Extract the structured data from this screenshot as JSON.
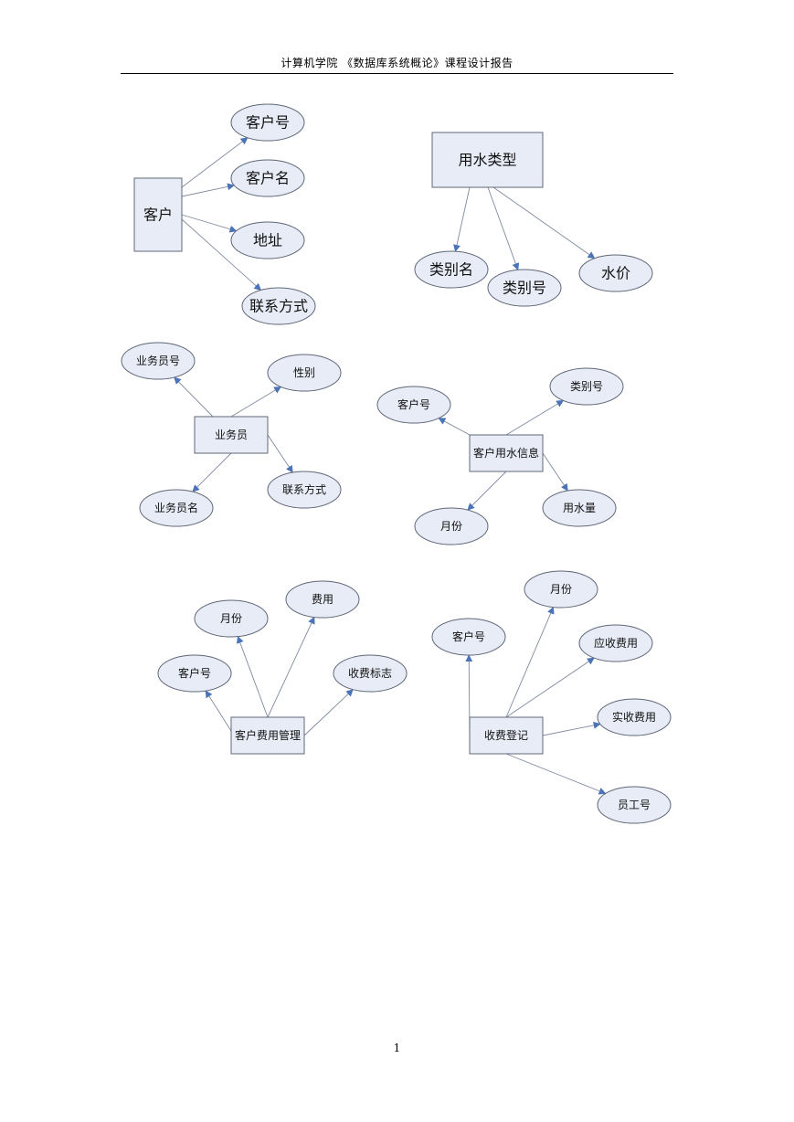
{
  "header": {
    "title": "计算机学院 《数据库系统概论》课程设计报告"
  },
  "page_number": "1",
  "diagrams": [
    {
      "entity": "客户",
      "attributes": [
        "客户号",
        "客户名",
        "地址",
        "联系方式"
      ]
    },
    {
      "entity": "用水类型",
      "attributes": [
        "类别名",
        "类别号",
        "水价"
      ]
    },
    {
      "entity": "业务员",
      "attributes": [
        "业务员号",
        "性别",
        "业务员名",
        "联系方式"
      ]
    },
    {
      "entity": "客户用水信息",
      "attributes": [
        "客户号",
        "类别号",
        "月份",
        "用水量"
      ]
    },
    {
      "entity": "客户费用管理",
      "attributes": [
        "月份",
        "费用",
        "客户号",
        "收费标志"
      ]
    },
    {
      "entity": "收费登记",
      "attributes": [
        "客户号",
        "月份",
        "应收费用",
        "实收费用",
        "员工号"
      ]
    }
  ]
}
